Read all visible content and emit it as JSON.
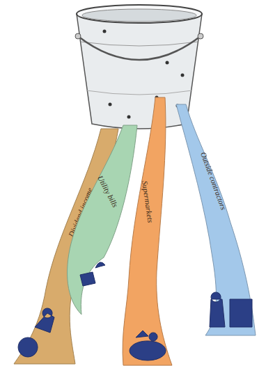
{
  "diagram": {
    "nodes": [
      {
        "text": [
          "Dividend income"
        ]
      },
      {
        "text": [
          "Utility bills"
        ]
      },
      {
        "text": [
          "Supermarkets"
        ]
      },
      {
        "text": [
          "Outside contractors"
        ]
      }
    ]
  }
}
